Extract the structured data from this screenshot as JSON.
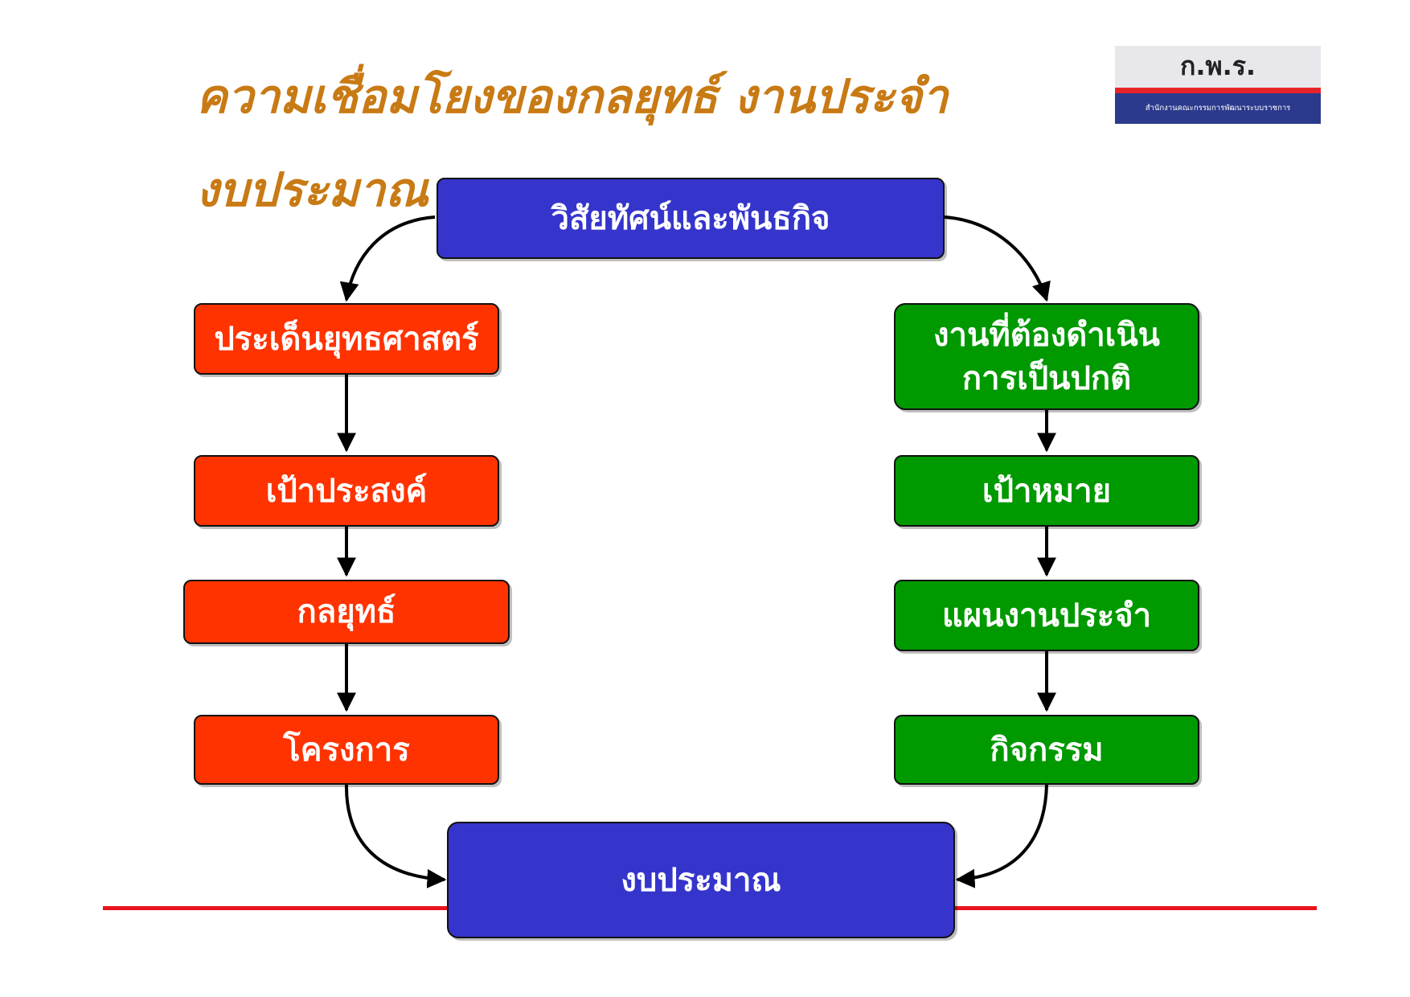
{
  "title": "ความเชื่อมโยงของกลยุทธ์ งานประจำ งบประมาณ",
  "logo": {
    "name": "ก.พ.ร.",
    "subtitle": "สำนักงานคณะกรรมการพัฒนาระบบราชการ"
  },
  "nodes": {
    "vision": "วิสัยทัศน์และพันธกิจ",
    "strategic_issues": "ประเด็นยุทธศาสตร์",
    "objectives": "เป้าประสงค์",
    "strategies": "กลยุทธ์",
    "projects": "โครงการ",
    "routine_work": "งานที่ต้องดำเนินการเป็นปกติ",
    "targets": "เป้าหมาย",
    "routine_plan": "แผนงานประจำ",
    "activities": "กิจกรรม",
    "budget": "งบประมาณ"
  },
  "colors": {
    "title": "#C87A14",
    "blue": "#3535CC",
    "red": "#FF3300",
    "green": "#009900",
    "rule": "#e8141e"
  }
}
